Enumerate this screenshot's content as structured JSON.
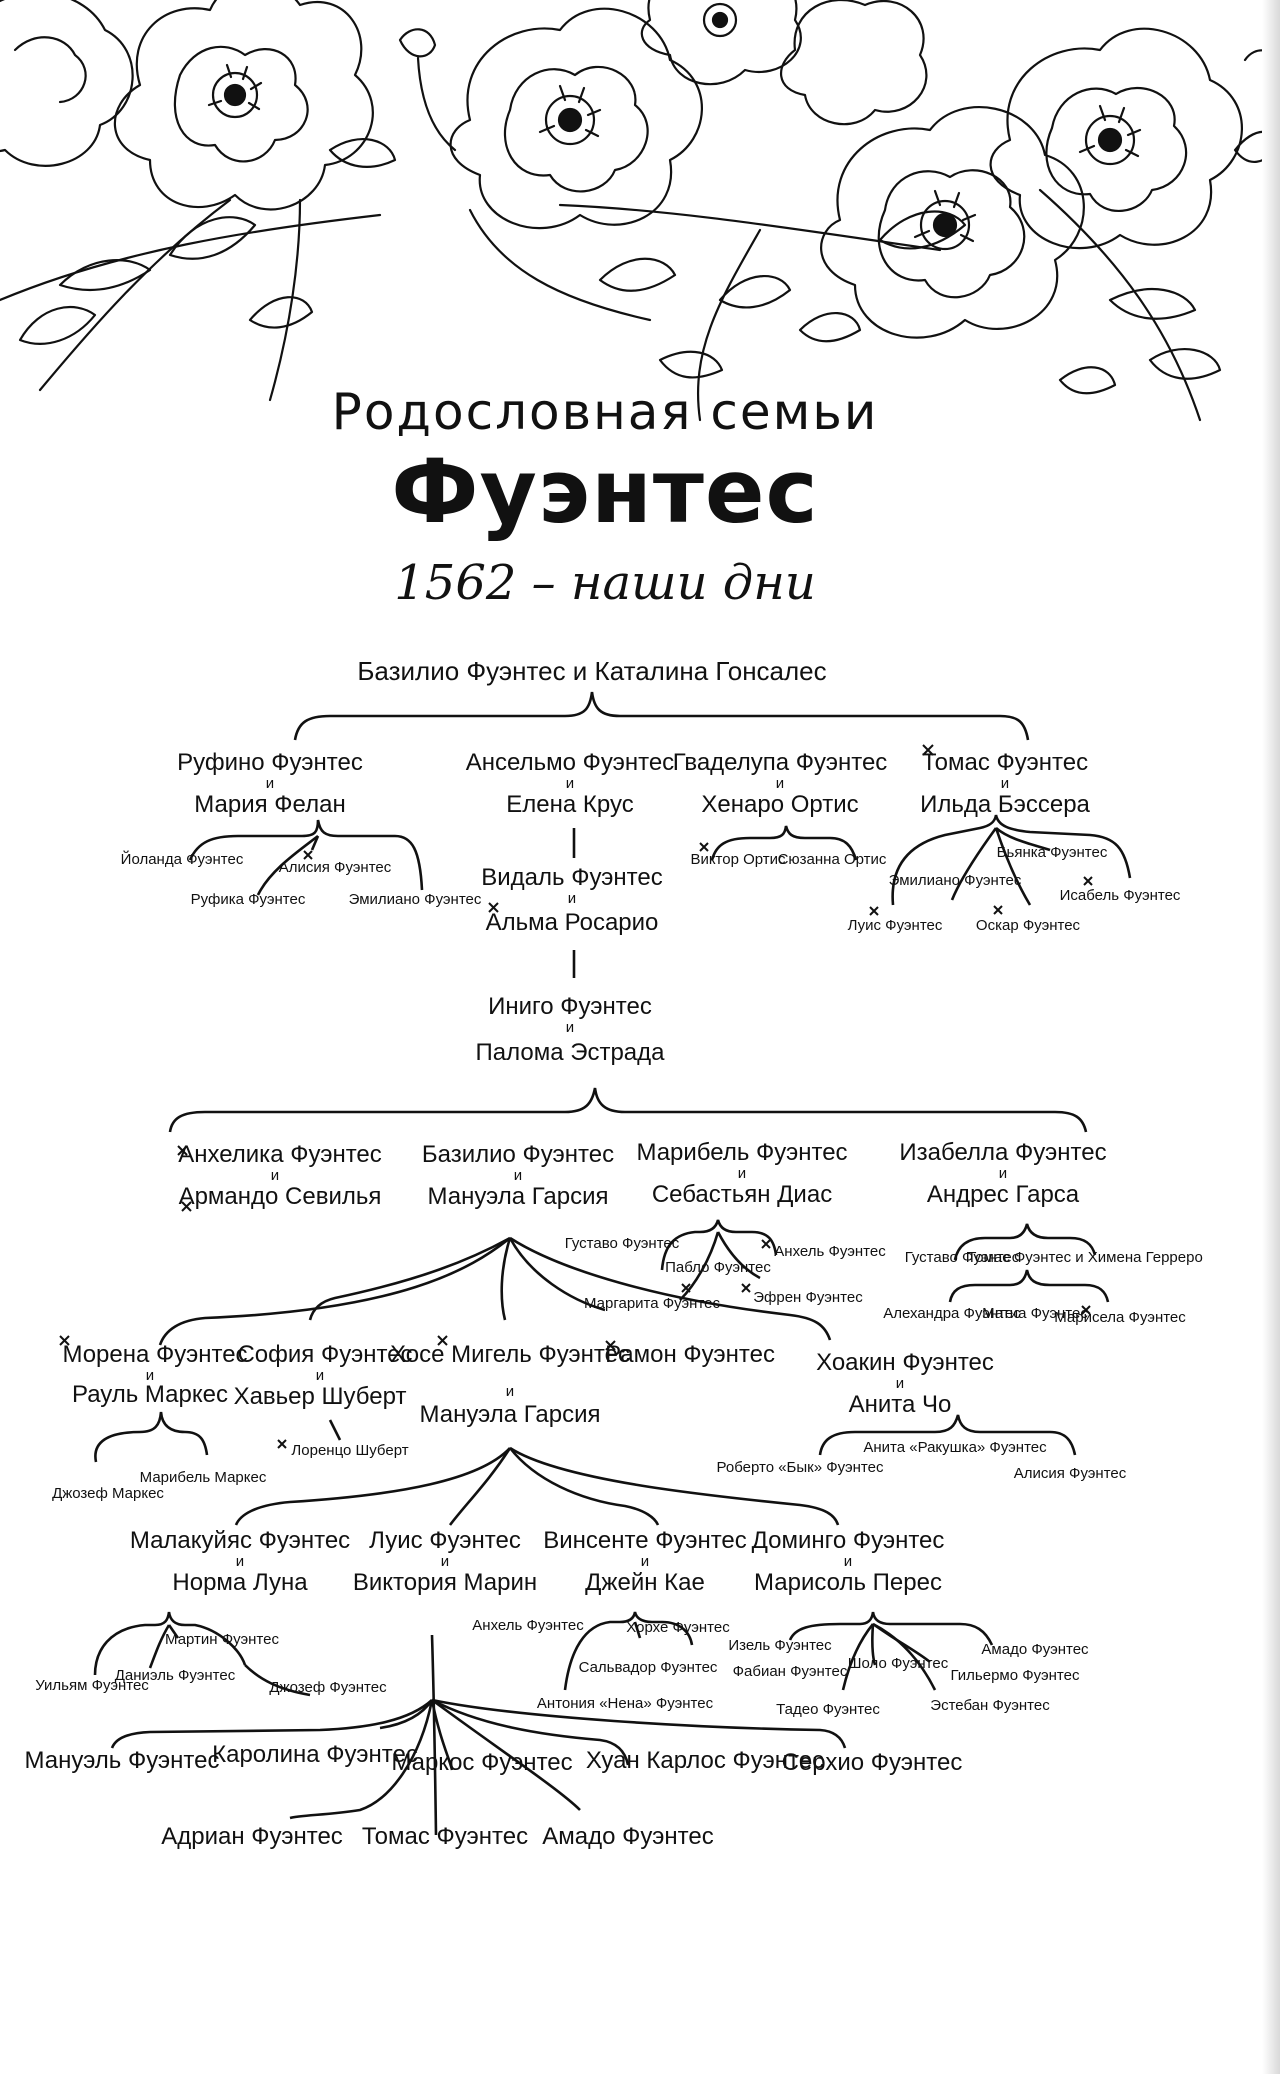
{
  "header": {
    "title_top": "Родословная семьи",
    "title_main": "Фуэнтес",
    "years": "1562 – наши дни"
  },
  "tree": {
    "root": "Базилио Фуэнтес и Каталина Гонсалес",
    "and": "и",
    "deceased_mark": "×",
    "gen1": {
      "rufino": {
        "a": "Руфино Фуэнтес",
        "b": "Мария Фелан"
      },
      "rufino_children": [
        "Йоланда Фуэнтес",
        "Руфика Фуэнтес",
        "Алисия Фуэнтес",
        "Эмилиано Фуэнтес"
      ],
      "anselmo": {
        "a": "Ансельмо Фуэнтес",
        "b": "Елена Крус"
      },
      "guadalupe": {
        "a": "Гваделупа Фуэнтес",
        "b": "Хенаро Ортис"
      },
      "guadalupe_children": [
        "Виктор Ортис",
        "Сюзанна Ортис"
      ],
      "tomas": {
        "a": "Томас Фуэнтес",
        "b": "Ильда Бэссера"
      },
      "tomas_children": [
        "Луис Фуэнтес",
        "Эмилиано Фуэнтес",
        "Оскар Фуэнтес",
        "Бьянка Фуэнтес",
        "Исабель Фуэнтес"
      ]
    },
    "gen2": {
      "vidal": {
        "a": "Видаль Фуэнтес",
        "b": "Альма Росарио"
      }
    },
    "gen3": {
      "inigo": {
        "a": "Иниго Фуэнтес",
        "b": "Палома Эстрада"
      }
    },
    "gen4": {
      "angelica": {
        "a": "Анхелика Фуэнтес",
        "b": "Армандо Севилья"
      },
      "basilio": {
        "a": "Базилио Фуэнтес",
        "b": "Мануэла Гарсия"
      },
      "maribel": {
        "a": "Марибель Фуэнтес",
        "b": "Себастьян Диас"
      },
      "maribel_children": [
        "Густаво Фуэнтес",
        "Пабло Фуэнтес",
        "Анхель Фуэнтес",
        "Маргарита Фуэнтес",
        "Эфрен Фуэнтес"
      ],
      "isabella": {
        "a": "Изабелла Фуэнтес",
        "b": "Андрес Гарса"
      },
      "isabella_children": [
        "Густаво Фуэнтес",
        "Томас Фуэнтес и Химена Герреро",
        "Алехандра Фуэнтес",
        "Матиа Фуэнтес",
        "Марисела Фуэнтес"
      ]
    },
    "gen5": {
      "morena": {
        "a": "Морена Фуэнтес",
        "b": "Рауль Маркес"
      },
      "morena_children": [
        "Джозеф Маркес",
        "Марибель Маркес"
      ],
      "sofia": {
        "a": "София Фуэнтес",
        "b": "Хавьер Шуберт"
      },
      "sofia_children": [
        "Лоренцо Шуберт"
      ],
      "jose": {
        "a": "Хосе Мигель Фуэнтес",
        "b": "Мануэла Гарсия"
      },
      "ramon": "Рамон Фуэнтес",
      "joaquin": {
        "a": "Хоакин Фуэнтес",
        "b": "Анита Чо"
      },
      "joaquin_children": [
        "Роберто «Бык» Фуэнтес",
        "Анита «Ракушка» Фуэнтес",
        "Алисия Фуэнтес"
      ]
    },
    "gen6": {
      "malakuias": {
        "a": "Малакуйяс Фуэнтес",
        "b": "Норма Луна"
      },
      "malakuias_children": [
        "Уильям Фуэнтес",
        "Даниэль Фуэнтес",
        "Мартин Фуэнтес",
        "Джозеф Фуэнтес"
      ],
      "luis": {
        "a": "Луис Фуэнтес",
        "b": "Виктория Марин"
      },
      "luis_children": [
        "Мануэль Фуэнтес",
        "Каролина Фуэнтес",
        "Маркос Фуэнтес",
        "Хуан Карлос Фуэнтес",
        "Серхио Фуэнтес",
        "Адриан Фуэнтес",
        "Томас Фуэнтес",
        "Амадо Фуэнтес"
      ],
      "vicente": {
        "a": "Винсенте Фуэнтес",
        "b": "Джейн Кае"
      },
      "vicente_children": [
        "Анхель Фуэнтес",
        "Хорхе Фуэнтес",
        "Сальвадор Фуэнтес",
        "Антония «Нена» Фуэнтес"
      ],
      "domingo": {
        "a": "Доминго Фуэнтес",
        "b": "Марисоль Перес"
      },
      "domingo_children": [
        "Изель Фуэнтес",
        "Фабиан Фуэнтес",
        "Шоло Фуэнтес",
        "Амадо Фуэнтес",
        "Гильермо Фуэнтес",
        "Тадео Фуэнтес",
        "Эстебан Фуэнтес"
      ]
    }
  }
}
